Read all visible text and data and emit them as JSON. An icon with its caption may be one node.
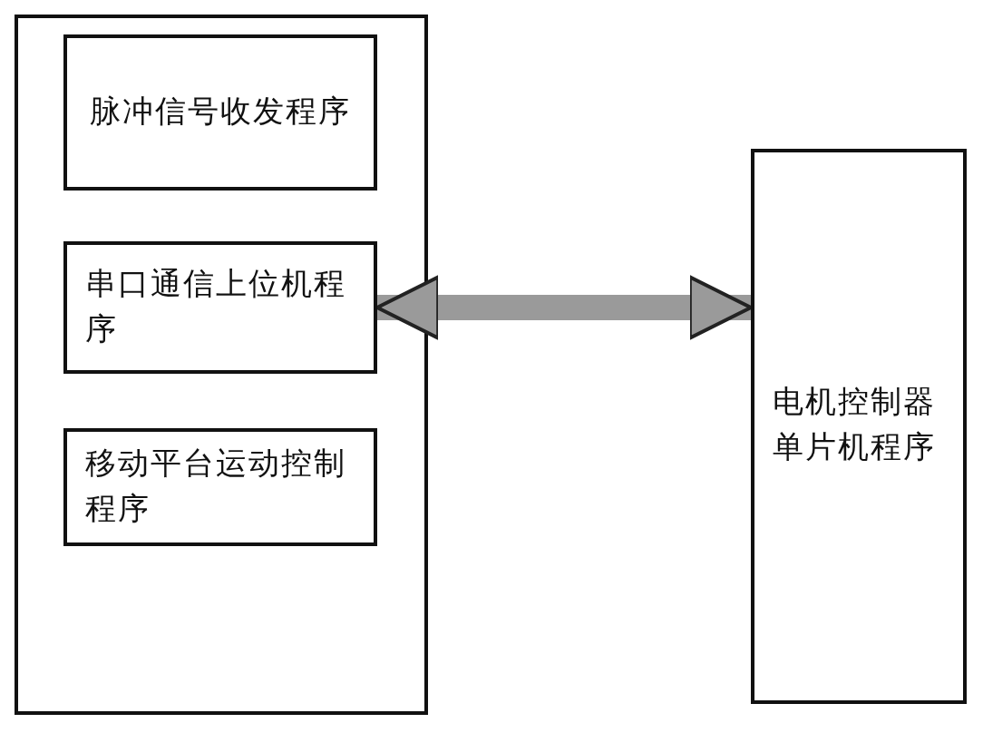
{
  "diagram": {
    "nodes": [
      {
        "text": [],
        "shape": "box"
      },
      {
        "text": [
          "脉冲信号收发程序"
        ],
        "in": 0
      },
      {
        "text": [
          "串口通信上位机程序"
        ],
        "in": 0
      },
      {
        "text": [
          "移动平台运动控制程序"
        ],
        "in": 0
      },
      {
        "text": [
          "电机控制器单片机程序"
        ]
      }
    ],
    "edges": [
      {
        "from": 2,
        "to": 4,
        "arrow": "both"
      }
    ]
  }
}
